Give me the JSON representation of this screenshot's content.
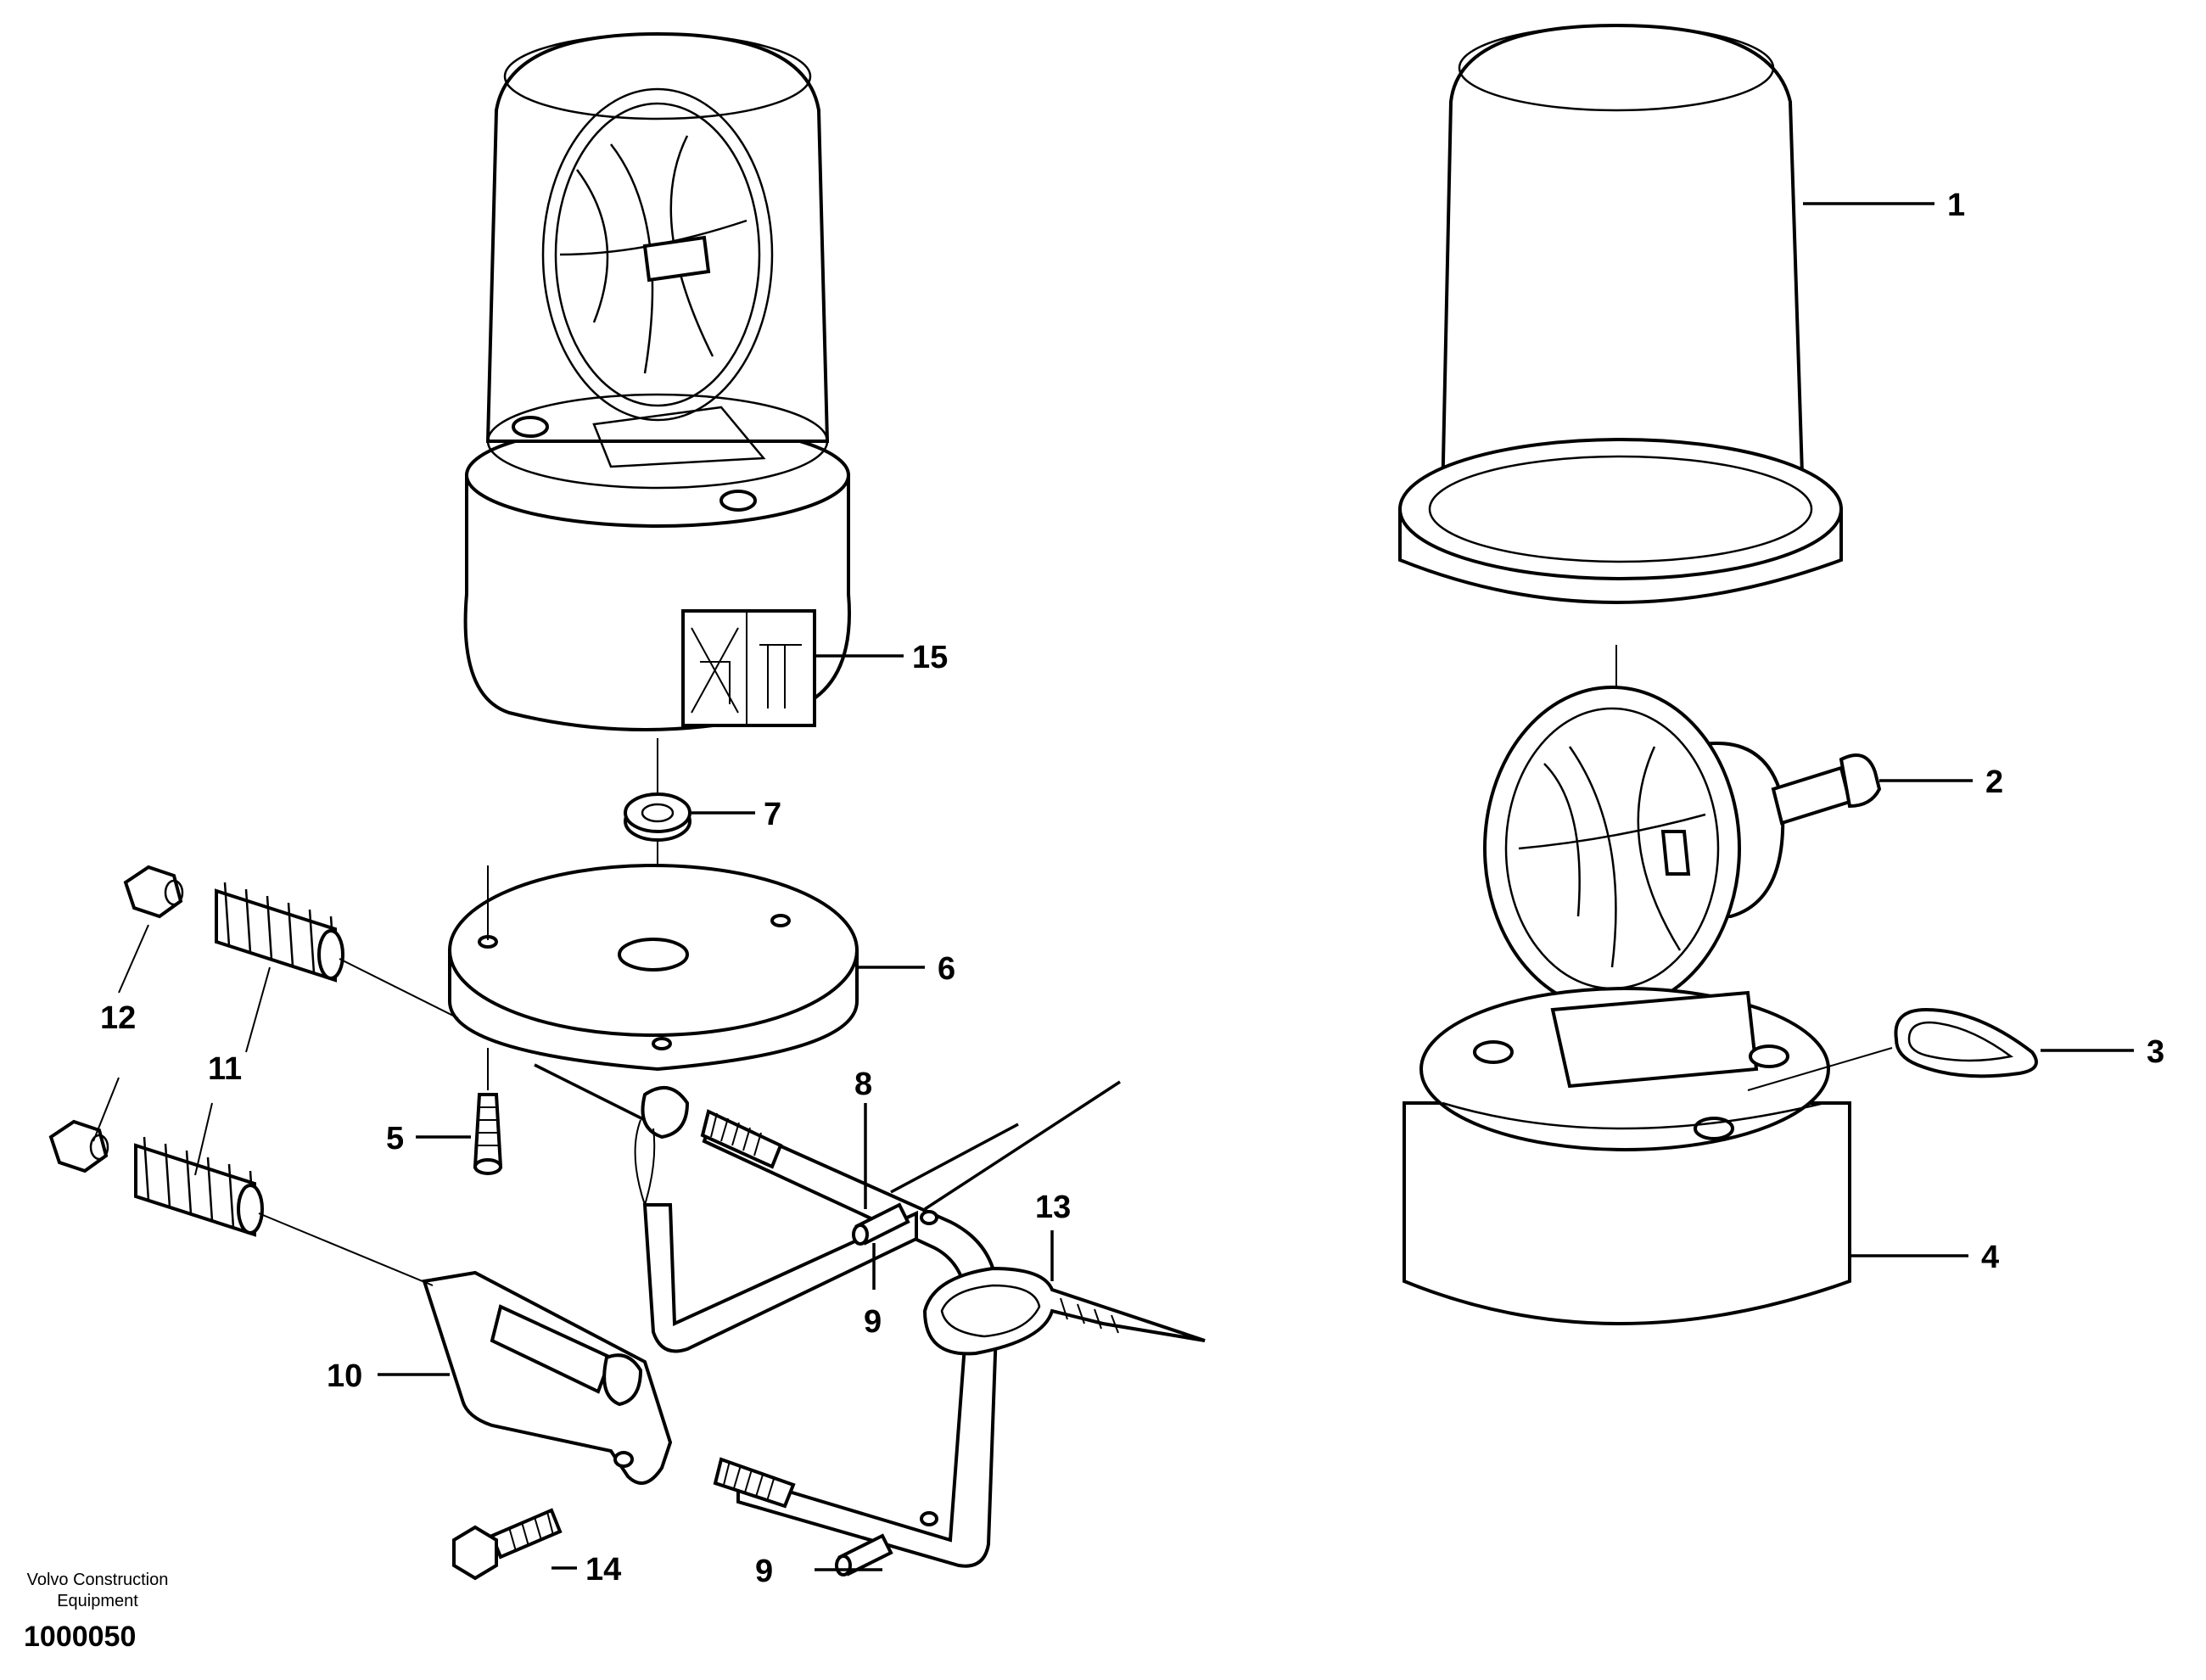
{
  "colors": {
    "ink": "#000000",
    "paper": "#ffffff"
  },
  "callouts": [
    "1",
    "2",
    "3",
    "4",
    "5",
    "6",
    "7",
    "8",
    "9",
    "9",
    "10",
    "11",
    "12",
    "13",
    "14",
    "15"
  ],
  "footer": {
    "company_line1": "Volvo Construction",
    "company_line2": "Equipment",
    "figure_number": "1000050"
  }
}
